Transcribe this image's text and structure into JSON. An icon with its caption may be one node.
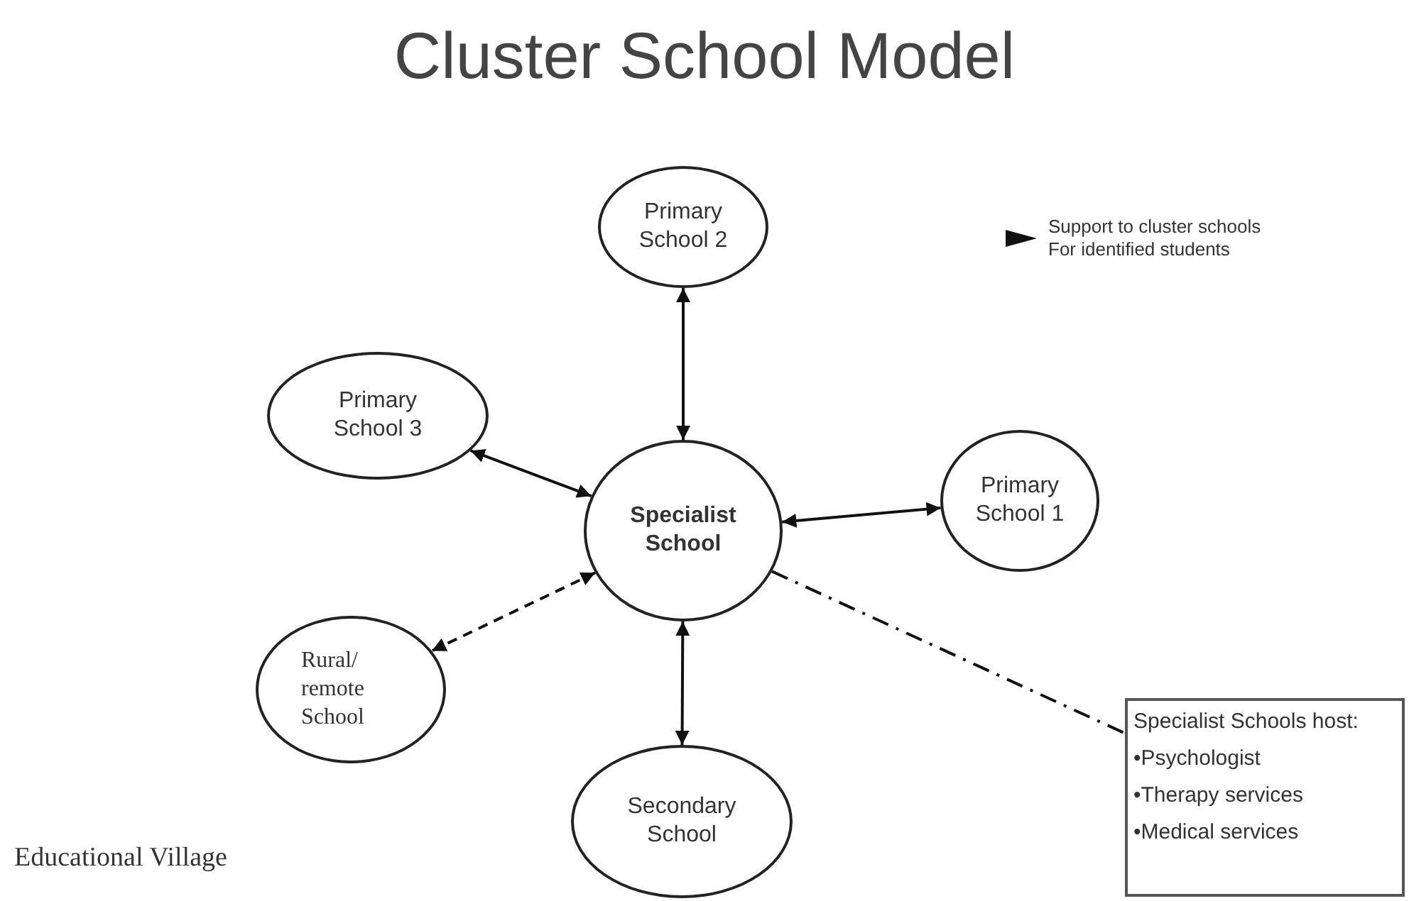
{
  "diagram": {
    "title": "Cluster School Model",
    "nodes": [
      {
        "text": [
          "Primary School 2"
        ]
      },
      {
        "text": [
          "Primary School 3"
        ]
      },
      {
        "text": [
          "Specialist School"
        ]
      },
      {
        "text": [
          "Primary School 1"
        ]
      },
      {
        "text": [
          "Rural/ remote School"
        ]
      },
      {
        "text": [
          "Secondary School"
        ]
      },
      {
        "text": [
          "Specialist Schools host:",
          "•Psychologist",
          "•Therapy services",
          "•Medical services"
        ]
      }
    ],
    "edges": [
      {
        "from": 0,
        "to": 2,
        "arrow": "both"
      },
      {
        "from": 1,
        "to": 2,
        "arrow": "both"
      },
      {
        "from": 2,
        "to": 3,
        "arrow": "both"
      },
      {
        "from": 2,
        "to": 4,
        "arrow": "both",
        "style": "dashed"
      },
      {
        "from": 2,
        "to": 5,
        "arrow": "both"
      },
      {
        "from": 2,
        "to": 6,
        "arrow": "none",
        "style": "dashed"
      }
    ],
    "labels": [
      "Educational Village"
    ],
    "legend": [
      {
        "text": "Support to cluster schools For identified students"
      }
    ]
  }
}
